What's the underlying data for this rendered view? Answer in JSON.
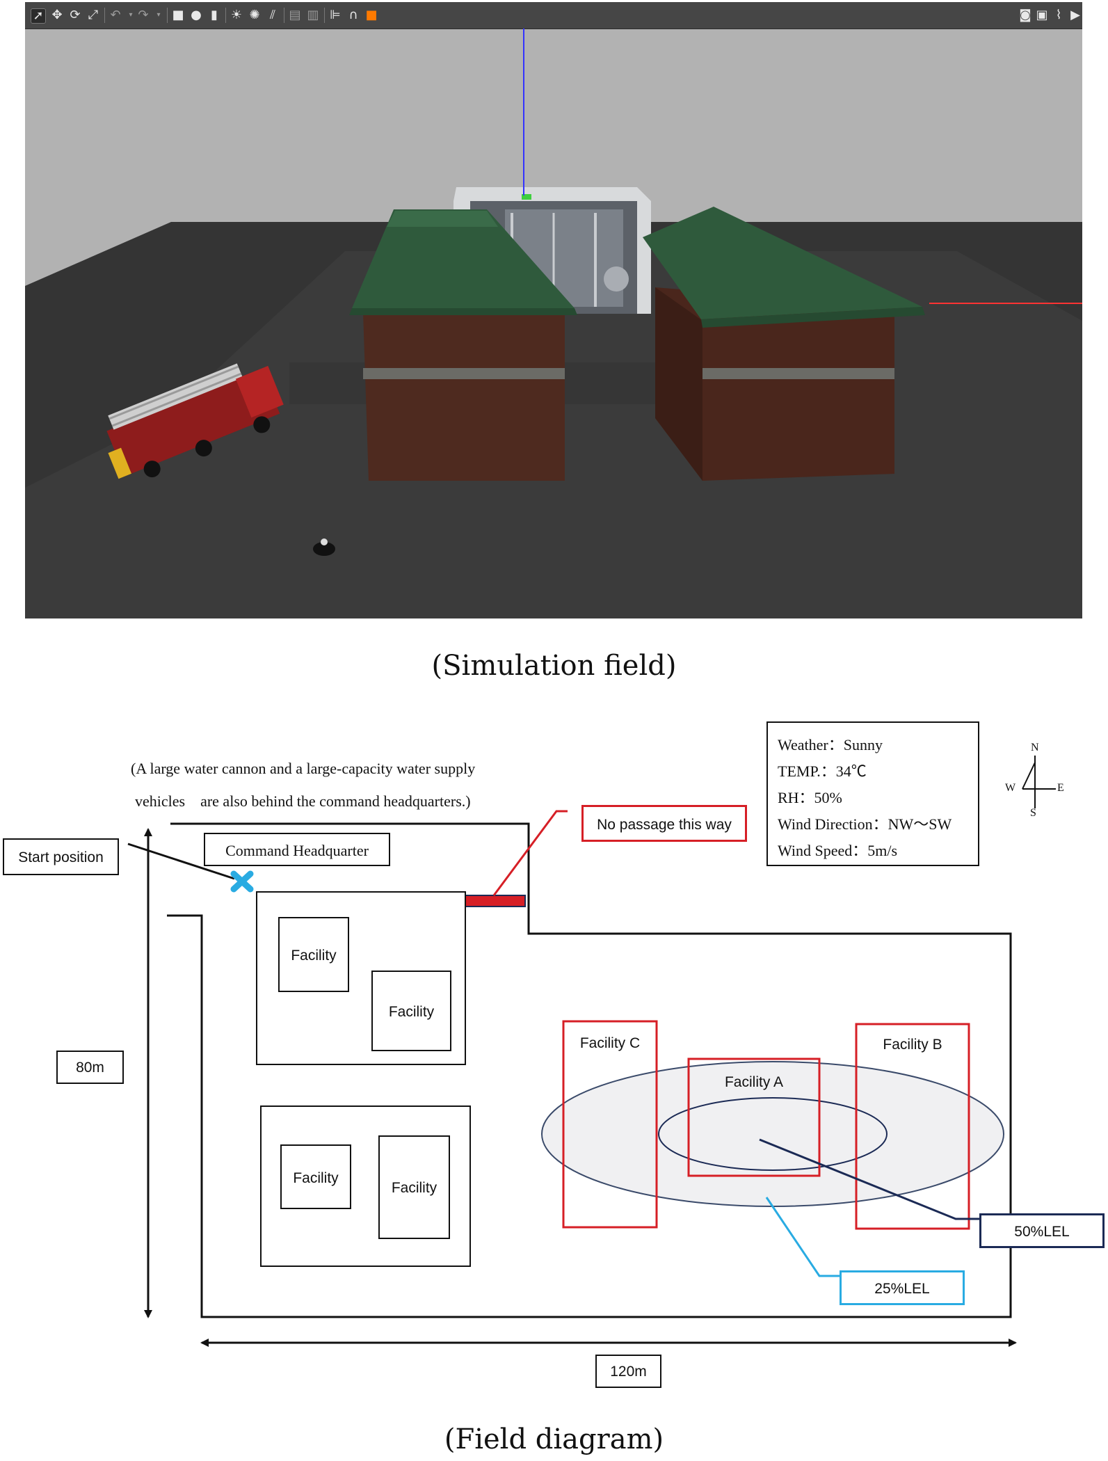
{
  "simulation": {
    "caption": "(Simulation field)",
    "toolbar_icons_left": [
      "select-arrow-icon",
      "translate-icon",
      "rotate-icon",
      "scale-icon",
      "undo-icon",
      "undo-dropdown-icon",
      "redo-icon",
      "redo-dropdown-icon",
      "box-shape-icon",
      "sphere-shape-icon",
      "cylinder-shape-icon",
      "point-light-icon",
      "spot-light-icon",
      "directional-light-icon",
      "copy-icon",
      "paste-icon",
      "align-icon",
      "snap-icon",
      "color-icon"
    ],
    "toolbar_icons_right": [
      "screenshot-icon",
      "log-icon",
      "plot-icon",
      "record-icon"
    ],
    "colors": {
      "sky": "#b2b2b2",
      "ground": "#3a3a3a",
      "roof": "#2f5a3c",
      "brick": "#4e2a1f",
      "axis_z": "#3333ff",
      "axis_x": "#ff3333"
    }
  },
  "diagram": {
    "caption": "(Field diagram)",
    "note_line1": "(A large water cannon and a large-capacity water supply",
    "note_line2": "vehicles　are also behind the command headquarters.)",
    "start_position": "Start position",
    "command_hq": "Command Headquarter",
    "no_passage": "No passage this way",
    "weather": {
      "line1": "Weather：Sunny",
      "line2": "TEMP.：34℃",
      "line3": "RH：50%",
      "line4": "Wind Direction：NW～SW",
      "line5": "Wind Speed：5m/s"
    },
    "compass": {
      "n": "N",
      "s": "S",
      "w": "W",
      "e": "E"
    },
    "facility": "Facility",
    "facility_a": "Facility A",
    "facility_b": "Facility B",
    "facility_c": "Facility C",
    "lel_50": "50%LEL",
    "lel_25": "25%LEL",
    "height_label": "80m",
    "width_label": "120m",
    "colors": {
      "outline": "#111111",
      "restricted": "#d61f26",
      "lel50": "#1b2a55",
      "lel25": "#29abe2",
      "start_marker": "#29abe2"
    }
  }
}
